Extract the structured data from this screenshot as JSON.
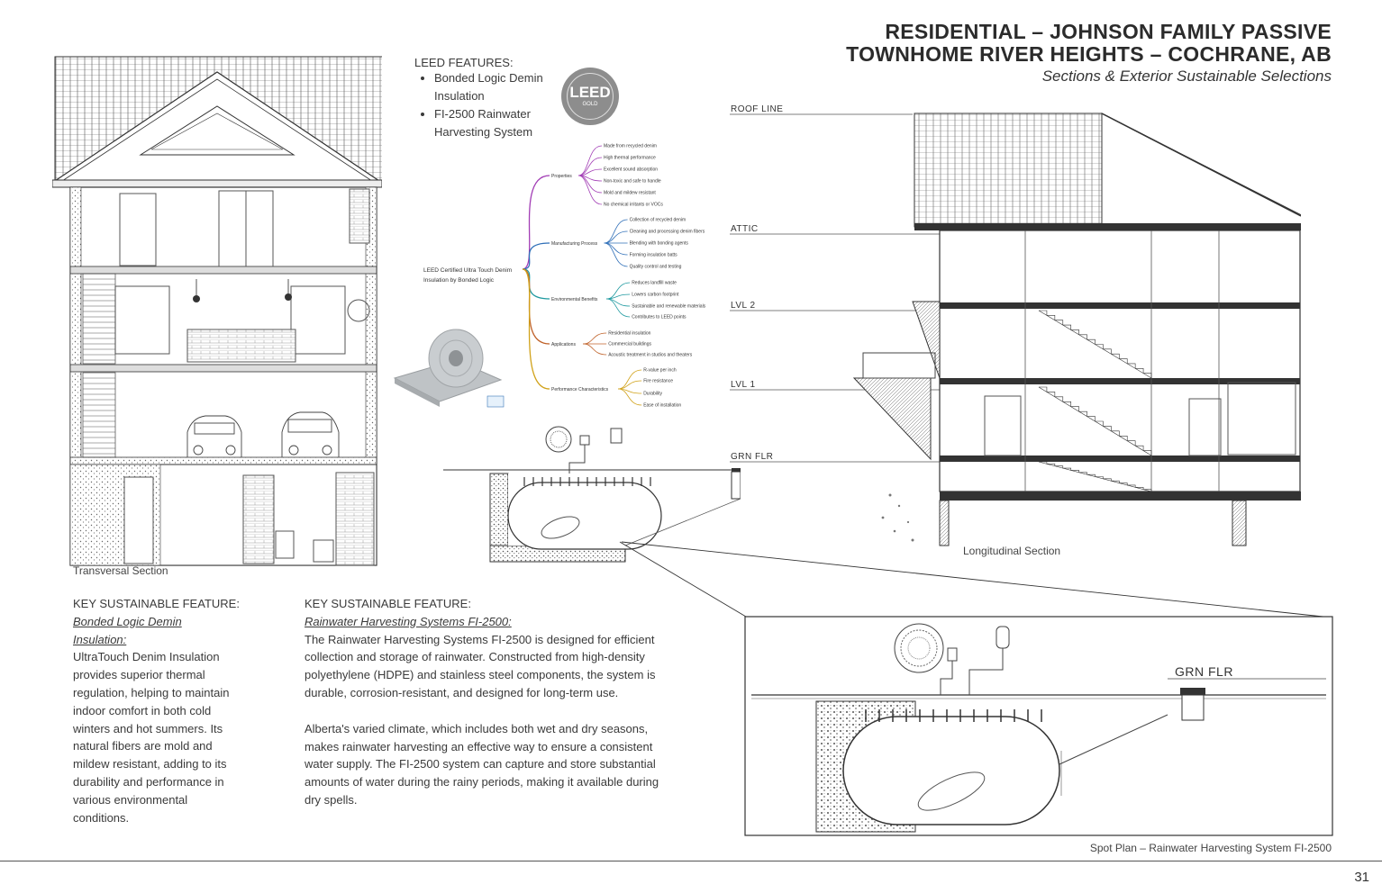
{
  "header": {
    "title_line1": "RESIDENTIAL – JOHNSON FAMILY PASSIVE",
    "title_line2": "TOWNHOME RIVER HEIGHTS – COCHRANE, AB",
    "subtitle": "Sections & Exterior Sustainable Selections"
  },
  "leed": {
    "heading": "LEED FEATURES:",
    "items": [
      {
        "line1": "Bonded Logic Demin",
        "line2": "Insulation"
      },
      {
        "line1": "FI-2500 Rainwater",
        "line2": "Harvesting System"
      }
    ],
    "badge_text": "LEED",
    "badge_sub": "GOLD"
  },
  "mindmap": {
    "root": [
      "LEED Certified Ultra Touch Denim",
      "Insulation by Bonded Logic"
    ],
    "branches": [
      {
        "label": "Properties",
        "color": "#a23db5",
        "leaves": [
          "Made from recycled denim",
          "High thermal performance",
          "Excellent sound absorption",
          "Non-toxic and safe to handle",
          "Mold and mildew resistant",
          "No chemical irritants or VOCs"
        ]
      },
      {
        "label": "Manufacturing Process",
        "color": "#2f6fb8",
        "leaves": [
          "Collection of recycled denim",
          "Cleaning and processing denim fibers",
          "Blending with bonding agents",
          "Forming insulation batts",
          "Quality control and testing"
        ]
      },
      {
        "label": "Environmental Benefits",
        "color": "#1f9aa0",
        "leaves": [
          "Reduces landfill waste",
          "Lowers carbon footprint",
          "Sustainable and renewable materials",
          "Contributes to LEED points"
        ]
      },
      {
        "label": "Applications",
        "color": "#c0622a",
        "leaves": [
          "Residential insulation",
          "Commercial buildings",
          "Acoustic treatment in studios and theaters"
        ]
      },
      {
        "label": "Performance Characteristics",
        "color": "#d1a21a",
        "leaves": [
          "R-value per inch",
          "Fire resistance",
          "Durability",
          "Ease of installation"
        ]
      }
    ]
  },
  "section_labels": {
    "transversal": "Transversal Section",
    "longitudinal": "Longitudinal Section",
    "spot_plan": "Spot Plan – Rainwater Harvesting System FI-2500"
  },
  "levels": {
    "roof": "ROOF LINE",
    "attic": "ATTIC",
    "lvl2": "LVL 2",
    "lvl1": "LVL 1",
    "grn": "GRN FLR",
    "detail_grn": "GRN FLR"
  },
  "feature1": {
    "heading": "KEY SUSTAINABLE FEATURE:",
    "name_line1": "Bonded Logic Demin",
    "name_line2": "Insulation:",
    "lines": [
      "UltraTouch Denim Insulation",
      "provides superior thermal",
      "regulation, helping to maintain",
      "indoor comfort in both cold",
      "winters and hot summers. Its",
      "natural fibers are mold and",
      "mildew resistant, adding to its",
      "durability and performance in",
      "various environmental",
      "conditions."
    ]
  },
  "feature2": {
    "heading": "KEY SUSTAINABLE FEATURE:",
    "name": "Rainwater Harvesting Systems FI-2500:",
    "para1": [
      "The Rainwater Harvesting Systems FI-2500 is designed for efficient",
      "collection and storage of rainwater. Constructed from high-density",
      "polyethylene (HDPE) and stainless steel components, the system is",
      "durable, corrosion-resistant, and designed for long-term use."
    ],
    "para2": [
      "Alberta's varied climate, which includes both wet and dry seasons,",
      "makes rainwater harvesting an effective way to ensure a consistent",
      "water supply. The FI-2500 system can capture and store substantial",
      "amounts of water during the rainy periods, making it available during",
      "dry spells."
    ]
  },
  "footer": {
    "page_number": "31"
  }
}
